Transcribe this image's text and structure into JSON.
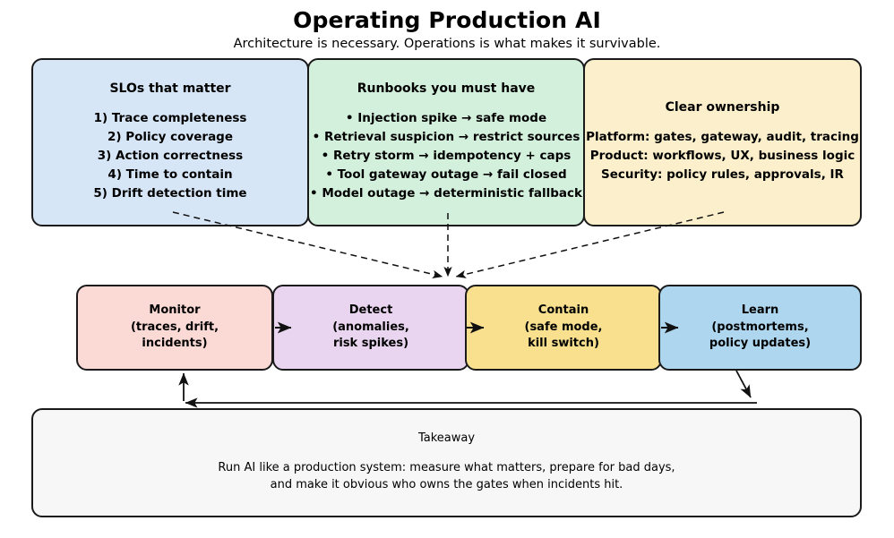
{
  "header": {
    "title": "Operating Production AI",
    "subtitle": "Architecture is necessary. Operations is what makes it survivable."
  },
  "top_cards": [
    {
      "name": "slos",
      "title": "SLOs that matter",
      "body": "1) Trace completeness\n2) Policy coverage\n3) Action correctness\n4) Time to contain\n5) Drift detection time",
      "color": "#d6e6f7"
    },
    {
      "name": "runbooks",
      "title": "Runbooks you must have",
      "body": "• Injection spike → safe mode\n• Retrieval suspicion → restrict sources\n• Retry storm → idempotency + caps\n• Tool gateway outage → fail closed\n• Model outage → deterministic fallback",
      "color": "#d3f0dc"
    },
    {
      "name": "ownership",
      "title": "Clear ownership",
      "body": "Platform: gates, gateway, audit, tracing\nProduct: workflows, UX, business logic\nSecurity: policy rules, approvals, IR",
      "color": "#fcf0cc"
    }
  ],
  "pipeline": {
    "stages": [
      {
        "name": "monitor",
        "label": "Monitor\n(traces, drift,\nincidents)",
        "color": "#fbd9d4"
      },
      {
        "name": "detect",
        "label": "Detect\n(anomalies,\nrisk spikes)",
        "color": "#e9d5f0"
      },
      {
        "name": "contain",
        "label": "Contain\n(safe mode,\nkill switch)",
        "color": "#f8e08e"
      },
      {
        "name": "learn",
        "label": "Learn\n(postmortems,\npolicy updates)",
        "color": "#aed6ef"
      }
    ],
    "connector_icon": "arrow-right-icon"
  },
  "takeaway": {
    "label": "Takeaway",
    "text": "Run AI like a production system: measure what matters, prepare for bad days,\nand make it obvious who owns the gates when incidents hit."
  },
  "colors": {
    "stroke": "#1a1a1a",
    "background": "#ffffff",
    "takeaway_fill": "#f7f7f7"
  }
}
